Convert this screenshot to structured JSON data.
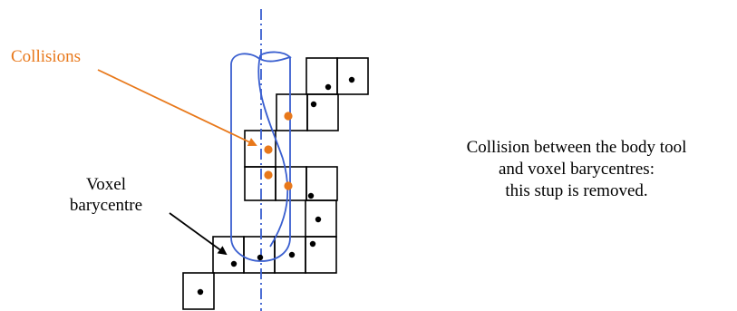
{
  "labels": {
    "collisions": "Collisions",
    "voxel_line1": "Voxel",
    "voxel_line2": "barycentre",
    "caption_line1": "Collision between the body tool",
    "caption_line2": "and voxel barycentres:",
    "caption_line3": "this stup is removed."
  },
  "colors": {
    "tool_outline": "#3a5fd0",
    "collision_accent": "#e8781a",
    "voxel_stroke": "#000000",
    "barycentre_dot": "#000000"
  }
}
